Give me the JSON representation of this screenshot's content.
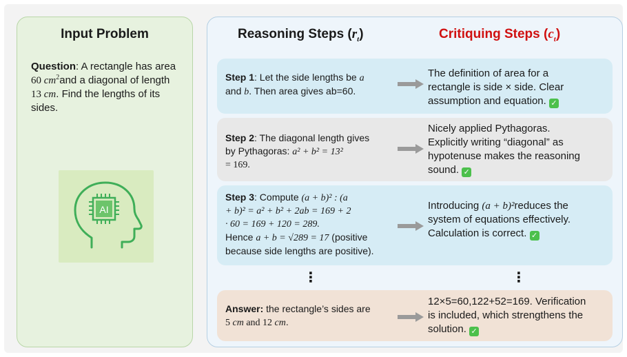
{
  "input_panel": {
    "title": "Input Problem",
    "question_label": "Question",
    "q1": ": A rectangle has area",
    "q2a": "60 ",
    "q2b": "cm",
    "q2c": "2",
    "q2d": "and a diagonal of length",
    "q3a": "13 ",
    "q3b": "cm",
    "q3c": ". Find the lengths of its",
    "q4": "sides.",
    "icon_text": "AI"
  },
  "headers": {
    "reasoning": "Reasoning Steps (",
    "reasoning_var": "r",
    "reasoning_sub": "t",
    "critiquing": "Critiquing Steps (",
    "critiquing_var": "c",
    "critiquing_sub": "t",
    "close": ")"
  },
  "rows": [
    {
      "label": "Step 1",
      "r1": ": Let the side lengths be ",
      "r1v": "a",
      "r2a": "and ",
      "r2v": "b",
      "r2b": ". Then area gives ab=60.",
      "c1": "The definition of area for a",
      "c2": "rectangle is side × side. Clear",
      "c3": "assumption and equation."
    },
    {
      "label": "Step 2",
      "r1": ": The diagonal length gives",
      "r2a": "by Pythagoras: ",
      "r2m": "a² + b² = 13²",
      "r3": "= 169.",
      "c1": "Nicely applied Pythagoras.",
      "c2": "Explicitly writing “diagonal” as",
      "c3": "hypotenuse makes the reasoning",
      "c4": "sound."
    },
    {
      "label": "Step 3",
      "r1a": ": Compute ",
      "r1m": "(a + b)² : (a",
      "r2m": "+ b)² = a² + b² + 2ab = 169 + 2",
      "r3m": "· 60 = 169 + 120 = 289.",
      "r4a": "Hence ",
      "r4m": "a + b = √289 = 17",
      "r4b": " (positive",
      "r5": "because side lengths are positive).",
      "c1a": "Introducing ",
      "c1m": "(a + b)²",
      "c1b": "reduces the",
      "c2": "system of equations effectively.",
      "c3": "Calculation is correct."
    },
    {
      "label": "Answer:",
      "r1": " the rectangle’s sides are",
      "r2a": "5 ",
      "r2u": "cm",
      "r2b": " and 12 ",
      "r2u2": "cm",
      "r2c": ".",
      "c1": "12×5=60,122+52=169. Verification",
      "c2": "is included, which strengthens the",
      "c3": "solution."
    }
  ],
  "check_mark": "✓",
  "ellipsis": "⋮"
}
